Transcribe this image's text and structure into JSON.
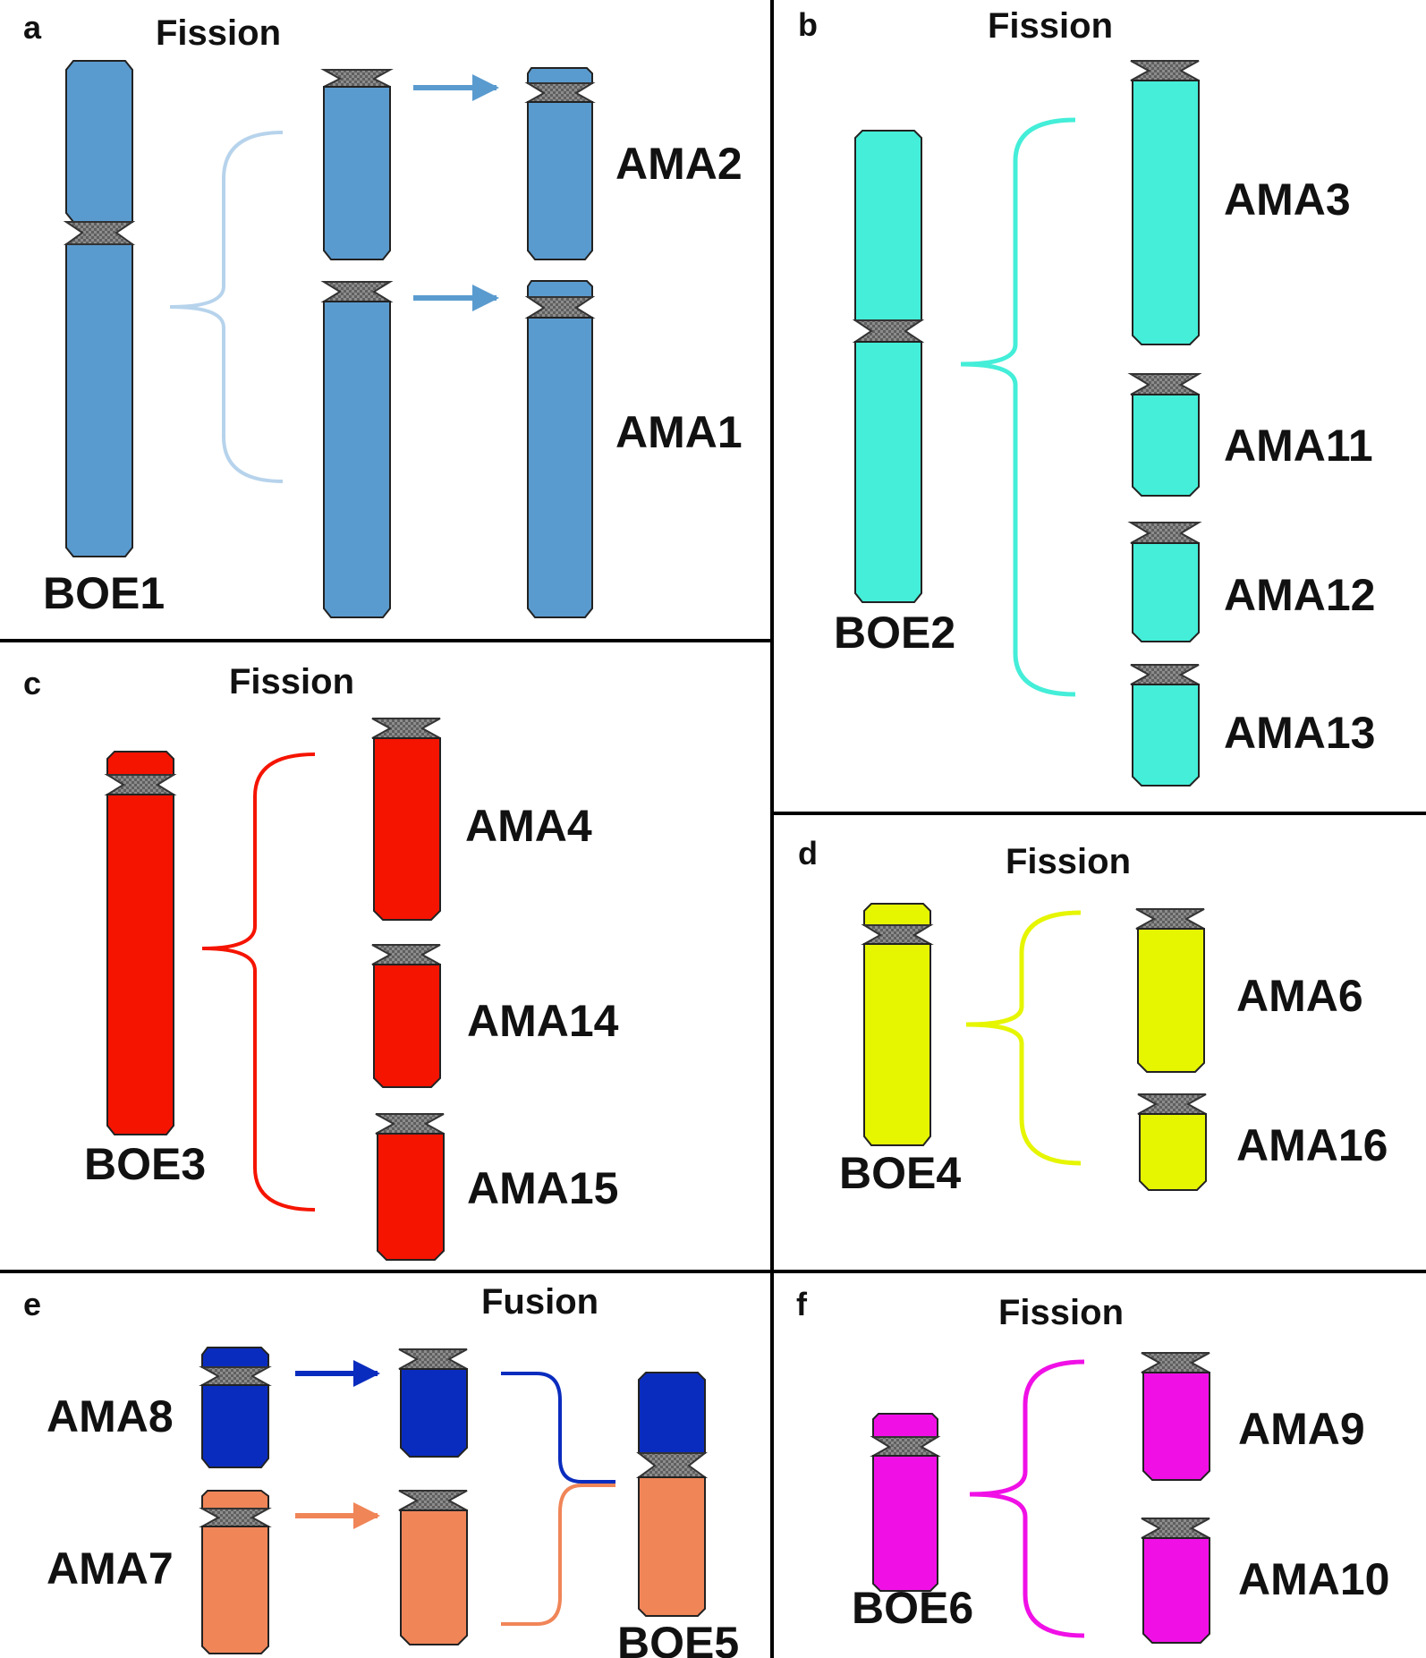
{
  "figure": {
    "panels": [
      {
        "id": "a",
        "letter": "a",
        "heading": "Fission",
        "color": "#5a9bcf",
        "source": "BOE1",
        "results": [
          "AMA2",
          "AMA1"
        ]
      },
      {
        "id": "b",
        "letter": "b",
        "heading": "Fission",
        "color": "#44eed8",
        "source": "BOE2",
        "results": [
          "AMA3",
          "AMA11",
          "AMA12",
          "AMA13"
        ]
      },
      {
        "id": "c",
        "letter": "c",
        "heading": "Fission",
        "color": "#f51400",
        "source": "BOE3",
        "results": [
          "AMA4",
          "AMA14",
          "AMA15"
        ]
      },
      {
        "id": "d",
        "letter": "d",
        "heading": "Fission",
        "color": "#e6f500",
        "source": "BOE4",
        "results": [
          "AMA6",
          "AMA16"
        ]
      },
      {
        "id": "e",
        "letter": "e",
        "heading": "Fusion",
        "colors": [
          "#0a2cbe",
          "#f08558"
        ],
        "sources": [
          "AMA8",
          "AMA7"
        ],
        "result": "BOE5"
      },
      {
        "id": "f",
        "letter": "f",
        "heading": "Fission",
        "color": "#f010e6",
        "source": "BOE6",
        "results": [
          "AMA9",
          "AMA10"
        ]
      }
    ]
  }
}
